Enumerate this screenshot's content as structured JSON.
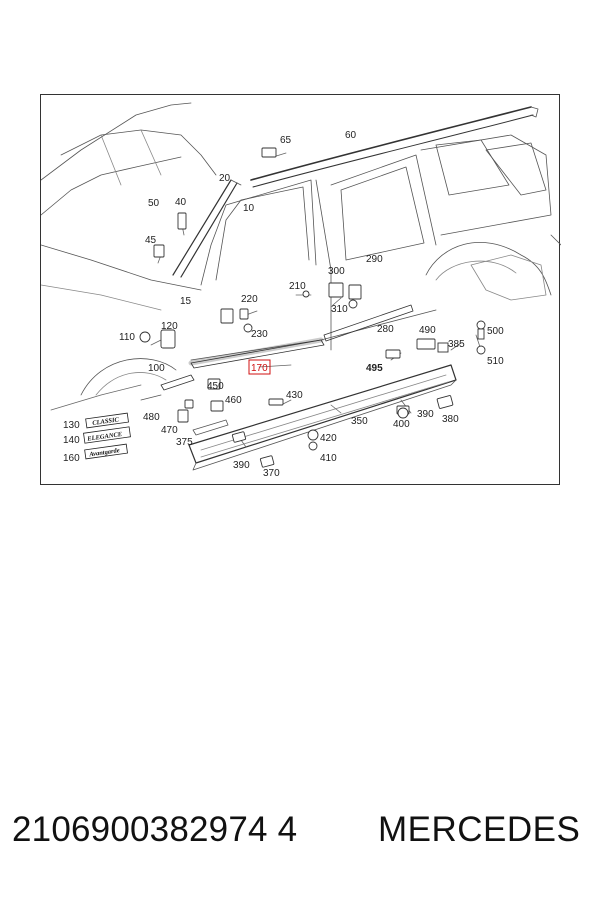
{
  "diagram": {
    "highlight_color": "#d01010",
    "callouts": [
      "65",
      "60",
      "20",
      "10",
      "50",
      "40",
      "45",
      "15",
      "220",
      "210",
      "300",
      "290",
      "230",
      "310",
      "110",
      "120",
      "100",
      "280",
      "490",
      "500",
      "385",
      "510",
      "495",
      "170",
      "450",
      "460",
      "430",
      "480",
      "470",
      "375",
      "350",
      "390",
      "400",
      "380",
      "420",
      "410",
      "370",
      "390",
      "130",
      "140",
      "160"
    ],
    "highlighted": "170",
    "badges": [
      "CLASSIC",
      "ELEGANCE",
      "Avantgarde"
    ]
  },
  "footer": {
    "part_number": "2106900382974 4",
    "brand": "MERCEDES"
  }
}
